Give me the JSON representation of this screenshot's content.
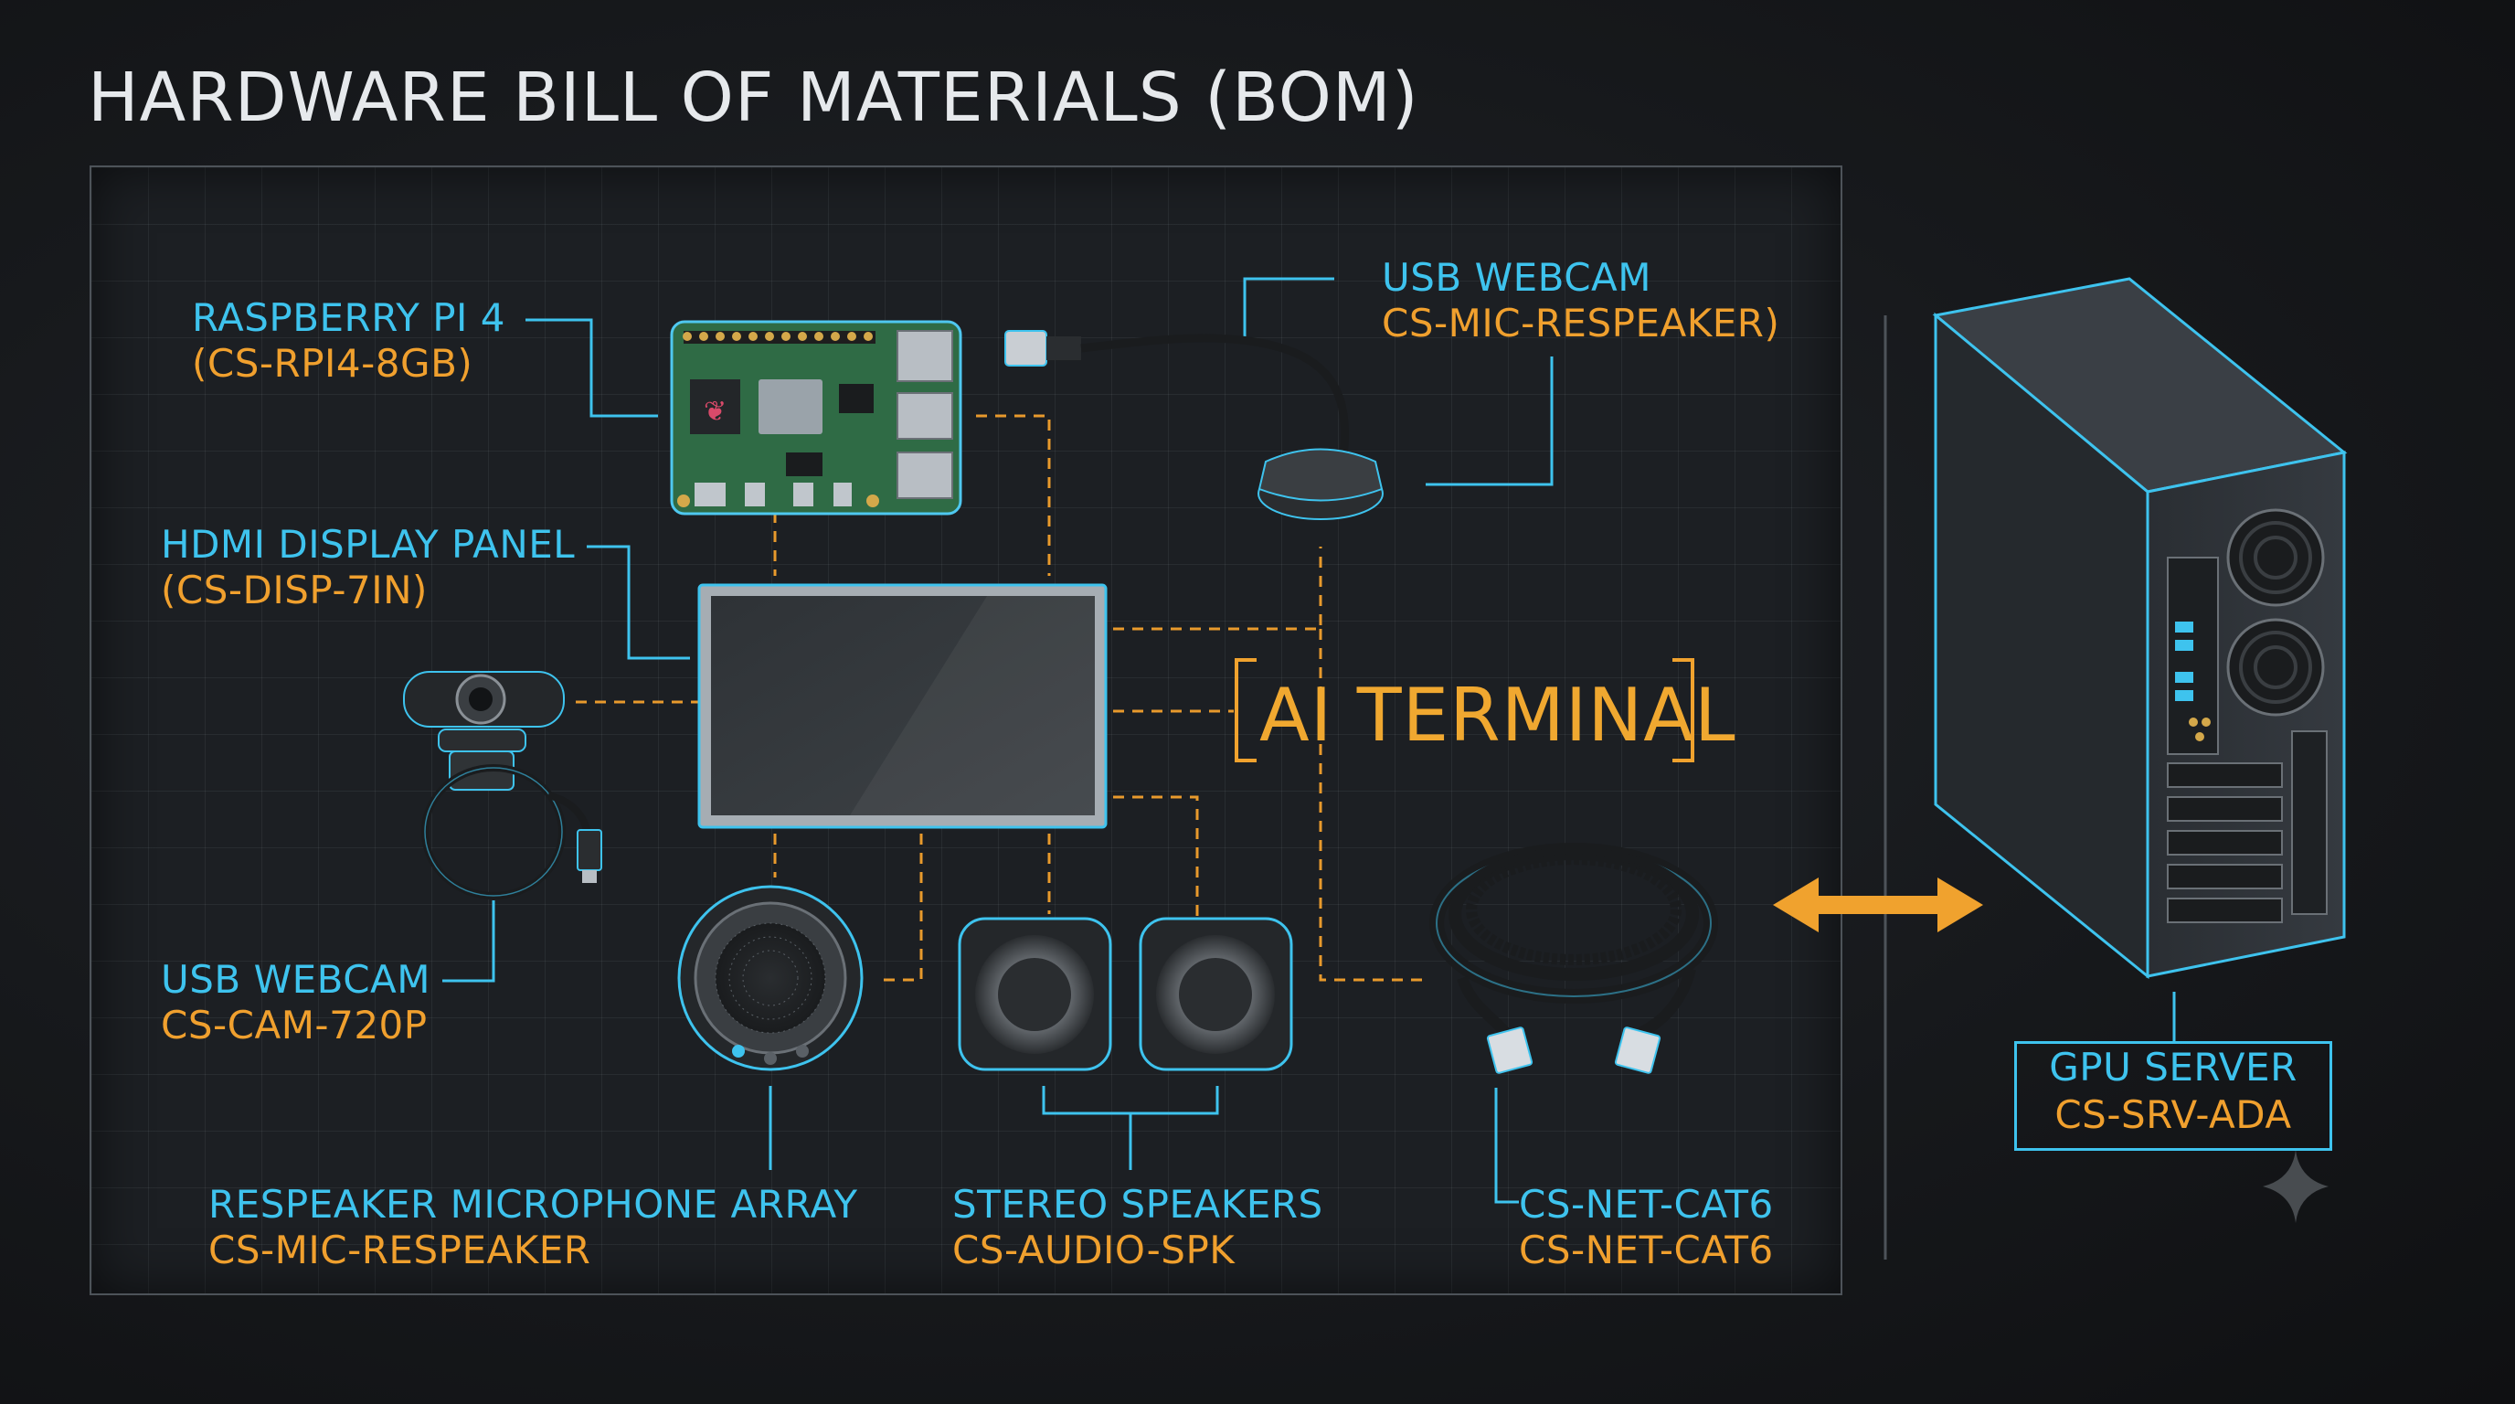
{
  "title": "HARDWARE BILL OF MATERIALS (BOM)",
  "colors": {
    "cyan": "#3ec3ee",
    "amber": "#f0a02e",
    "background": "#17191c"
  },
  "center_label": "AI TERMINAL",
  "components": {
    "raspberry_pi": {
      "name": "RASPBERRY PI 4",
      "sku": "(CS-RPI4-8GB)",
      "icon": "raspberry-pi-board-icon"
    },
    "usb_webcam_top": {
      "name": "USB WEBCAM",
      "sku": "CS-MIC-RESPEAKER)",
      "icon": "usb-dongle-icon"
    },
    "hdmi_display": {
      "name": "HDMI DISPLAY PANEL",
      "sku": "(CS-DISP-7IN)",
      "icon": "display-panel-icon"
    },
    "usb_webcam_left": {
      "name": "USB WEBCAM",
      "sku": "CS-CAM-720P",
      "icon": "webcam-icon"
    },
    "respeaker": {
      "name": "RESPEAKER MICROPHONE ARRAY",
      "sku": "CS-MIC-RESPEAKER",
      "icon": "microphone-array-icon"
    },
    "speakers": {
      "name": "STEREO SPEAKERS",
      "sku": "CS-AUDIO-SPK",
      "icon": "speaker-icon"
    },
    "network_cable": {
      "name": "CS-NET-CAT6",
      "sku": "CS-NET-CAT6",
      "icon": "ethernet-cable-icon"
    },
    "gpu_server": {
      "name": "GPU SERVER",
      "sku": "CS-SRV-ADA",
      "icon": "server-tower-icon"
    }
  },
  "connection_icon": "bidirectional-arrow-icon",
  "watermark_icon": "sparkle-icon"
}
